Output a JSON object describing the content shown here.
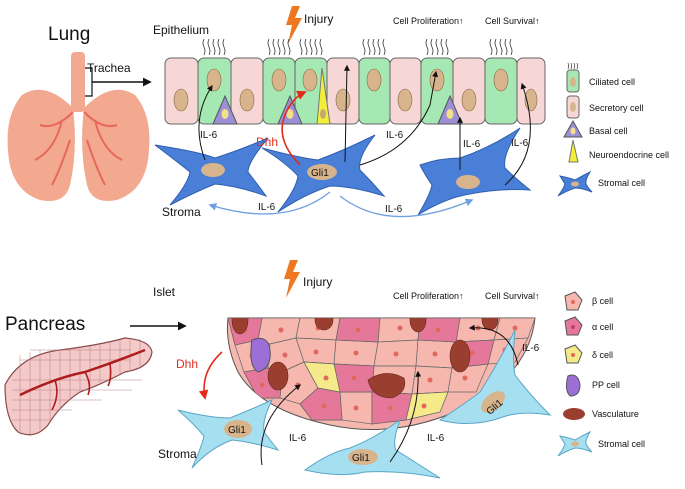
{
  "top_panel": {
    "organ": "Lung",
    "sub_label": "Trachea",
    "tissue_label": "Epithelium",
    "injury": "Injury",
    "cell_proliferation": "Cell Proliferation↑",
    "cell_survival": "Cell Survival↑",
    "stroma_label": "Stroma",
    "dhh": "Dhh",
    "gli1": "Gli1",
    "il6": "IL-6",
    "legend": [
      "Ciliated cell",
      "Secretory cell",
      "Basal cell",
      "Neuroendocrine cell",
      "Stromal cell"
    ]
  },
  "bottom_panel": {
    "organ": "Pancreas",
    "tissue_label": "Islet",
    "injury": "Injury",
    "cell_proliferation": "Cell Proliferation↑",
    "cell_survival": "Cell Survival↑",
    "stroma_label": "Stroma",
    "dhh": "Dhh",
    "gli1": "Gli1",
    "il6": "IL-6",
    "legend": [
      "β cell",
      "α cell",
      "δ cell",
      "PP cell",
      "Vasculature",
      "Stromal cell"
    ]
  },
  "colors": {
    "ciliated": "#a6e8b4",
    "secretory": "#f7d6d6",
    "basal": "#9c8fd6",
    "neuroendocrine": "#f2ee3a",
    "stromal_lung": "#4a7fd8",
    "stromal_pancreas": "#a6dff0",
    "beta": "#f5b7ae",
    "alpha": "#e5789a",
    "delta": "#f4ea8a",
    "pp": "#9b6fd6",
    "vasculature": "#9a3f30",
    "nucleus": "#d7b48c",
    "injury": "#ee7722",
    "dhh": "#e32b1c",
    "arrow_blue": "#6fa0e0"
  }
}
